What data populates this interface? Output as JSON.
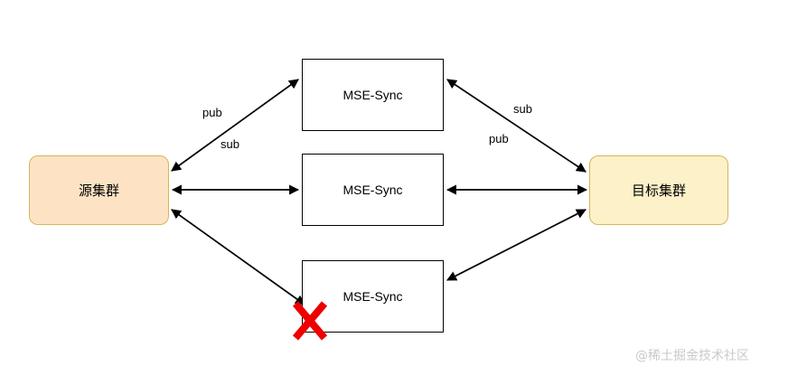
{
  "diagram": {
    "type": "architecture-flow",
    "nodes": [
      {
        "id": "source-cluster",
        "label": "源集群",
        "shape": "rounded-rect",
        "fill": "#fde3c4",
        "stroke": "#d6b656"
      },
      {
        "id": "mse-sync-1",
        "label": "MSE-Sync",
        "shape": "rect",
        "fill": "#ffffff",
        "stroke": "#000000"
      },
      {
        "id": "mse-sync-2",
        "label": "MSE-Sync",
        "shape": "rect",
        "fill": "#ffffff",
        "stroke": "#000000"
      },
      {
        "id": "mse-sync-3",
        "label": "MSE-Sync",
        "shape": "rect",
        "fill": "#ffffff",
        "stroke": "#000000"
      },
      {
        "id": "target-cluster",
        "label": "目标集群",
        "shape": "rounded-rect",
        "fill": "#fcf1c8",
        "stroke": "#d6b656"
      }
    ],
    "edges": [
      {
        "id": "edge-source-sync1",
        "from": "source-cluster",
        "to": "mse-sync-1",
        "direction": "bidirectional",
        "labels": [
          "pub",
          "sub"
        ]
      },
      {
        "id": "edge-source-sync2",
        "from": "source-cluster",
        "to": "mse-sync-2",
        "direction": "bidirectional",
        "labels": []
      },
      {
        "id": "edge-source-sync3",
        "from": "source-cluster",
        "to": "mse-sync-3",
        "direction": "bidirectional",
        "labels": []
      },
      {
        "id": "edge-sync1-target",
        "from": "mse-sync-1",
        "to": "target-cluster",
        "direction": "bidirectional",
        "labels": [
          "sub",
          "pub"
        ]
      },
      {
        "id": "edge-sync2-target",
        "from": "mse-sync-2",
        "to": "target-cluster",
        "direction": "bidirectional",
        "labels": []
      },
      {
        "id": "edge-sync3-target",
        "from": "mse-sync-3",
        "to": "target-cluster",
        "direction": "bidirectional",
        "labels": []
      }
    ],
    "labels": {
      "pub_left": "pub",
      "sub_left": "sub",
      "sub_right": "sub",
      "pub_right": "pub"
    },
    "annotations": [
      {
        "id": "failure-x",
        "symbol": "X",
        "color": "#ee0000",
        "meaning": "failed-instance-marker",
        "attached_to": "mse-sync-3"
      }
    ]
  },
  "watermark": {
    "text": "@稀土掘金技术社区",
    "color": "#c9c9c9"
  }
}
